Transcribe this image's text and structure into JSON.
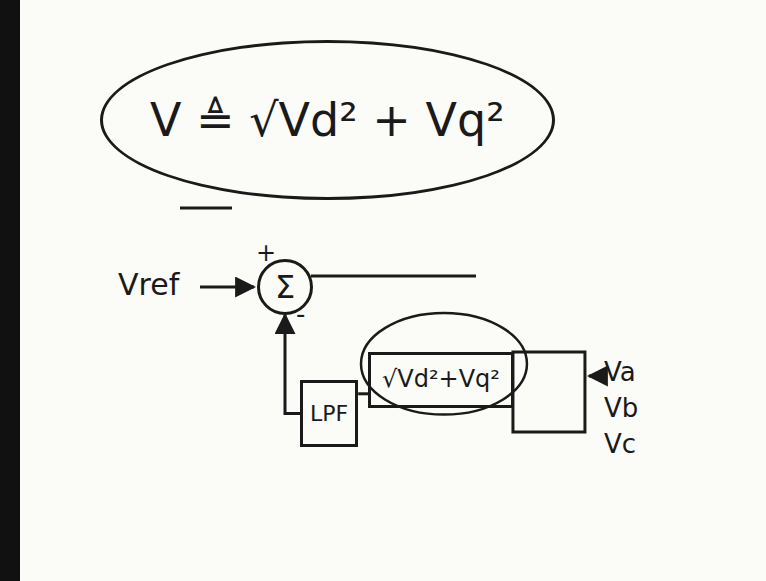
{
  "diagram": {
    "nodes": [
      {
        "text": [
          "V ≜ √Vd² + Vq²"
        ]
      },
      {
        "text": [
          "Σ"
        ]
      },
      {
        "text": [
          "√Vd²+Vq²"
        ]
      },
      {
        "text": [
          "LPF"
        ]
      }
    ],
    "edges": [
      {
        "from": 2,
        "to": 3,
        "arrow": "none"
      },
      {
        "from": 3,
        "to": 1,
        "arrow": "to"
      }
    ],
    "labels": [
      "Vref",
      "+",
      "-",
      "Va",
      "Vb",
      "Vc"
    ]
  }
}
